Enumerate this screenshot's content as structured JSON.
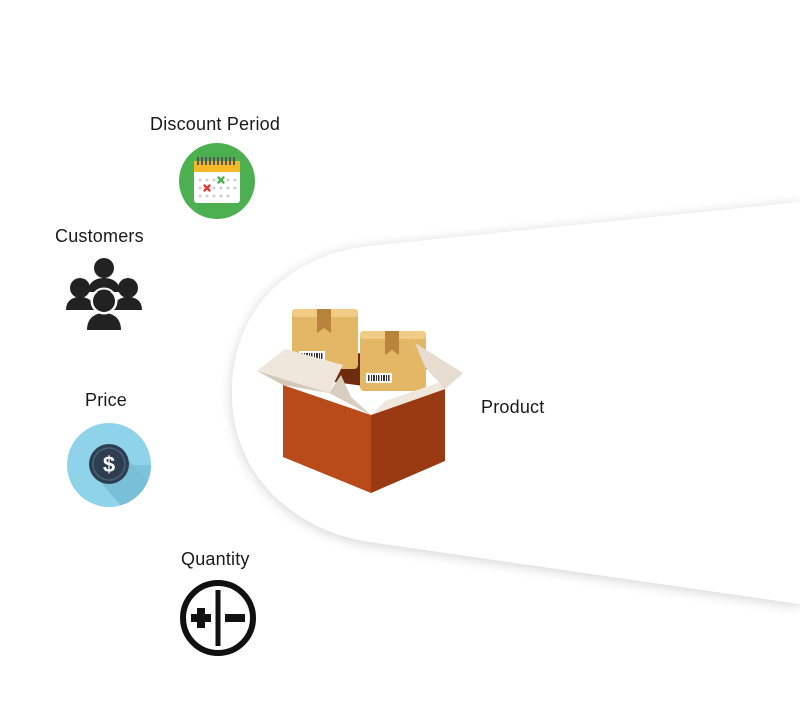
{
  "items": {
    "discount_period": {
      "label": "Discount Period",
      "icon": "calendar-icon"
    },
    "customers": {
      "label": "Customers",
      "icon": "people-group-icon"
    },
    "price": {
      "label": "Price",
      "icon": "dollar-coin-icon"
    },
    "quantity": {
      "label": "Quantity",
      "icon": "plus-minus-icon"
    },
    "product": {
      "label": "Product",
      "icon": "product-box-icon"
    }
  },
  "colors": {
    "calendar_bg": "#4caf50",
    "price_bg": "#8fd3ea",
    "price_coin": "#2c3e50",
    "box_body": "#b94a1a",
    "box_flap": "#efe7dc",
    "package": "#e3b766"
  }
}
